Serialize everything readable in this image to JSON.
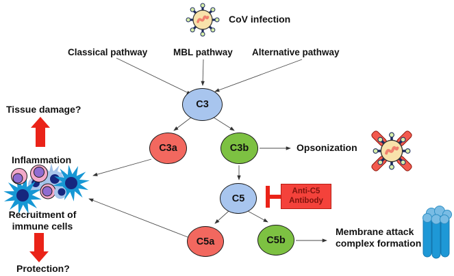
{
  "colors": {
    "node_blue": "#A8C5EE",
    "node_red": "#F2685F",
    "node_green": "#7DC142",
    "accent_red": "#EA2318",
    "box_red": "#F4423B",
    "box_text": "#7E130D"
  },
  "virus_label": "CoV infection",
  "pathways": {
    "classical": "Classical pathway",
    "mbl": "MBL pathway",
    "alternative": "Alternative pathway"
  },
  "nodes": {
    "c3": "C3",
    "c3a": "C3a",
    "c3b": "C3b",
    "c5": "C5",
    "c5a": "C5a",
    "c5b": "C5b"
  },
  "left_column": {
    "tissue_damage": "Tissue damage?",
    "inflammation": "Inflammation",
    "recruitment_line1": "Recruitment of",
    "recruitment_line2": "immune cells",
    "protection": "Protection?"
  },
  "outcomes": {
    "opsonization": "Opsonization",
    "mac_line1": "Membrane attack",
    "mac_line2": "complex formation"
  },
  "inhibitor": {
    "line1": "Anti-C5",
    "line2": "Antibody"
  }
}
